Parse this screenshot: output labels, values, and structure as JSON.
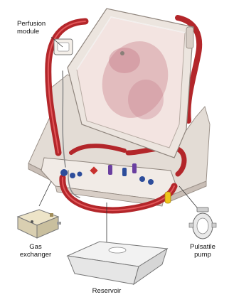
{
  "callouts": {
    "perfusion_module": "Perfusion\nmodule",
    "gas_exchanger": "Gas\nexchanger",
    "pulsatile_pump": "Pulsatile\npump",
    "reservoir": "Reservoir"
  },
  "colors": {
    "tubing": "#b3262a",
    "tubing_highlight": "#e2575a",
    "frame": "#ece5df",
    "frame_shade": "#c9beb6",
    "lid_glass": "#f1dfdb",
    "heart": "#d49aa3",
    "connector_blue": "#2d4d9b",
    "connector_purple": "#6a3fa0",
    "connector_red": "#c8312e",
    "yellow_cap": "#f0c419",
    "leader_line": "#333333"
  }
}
